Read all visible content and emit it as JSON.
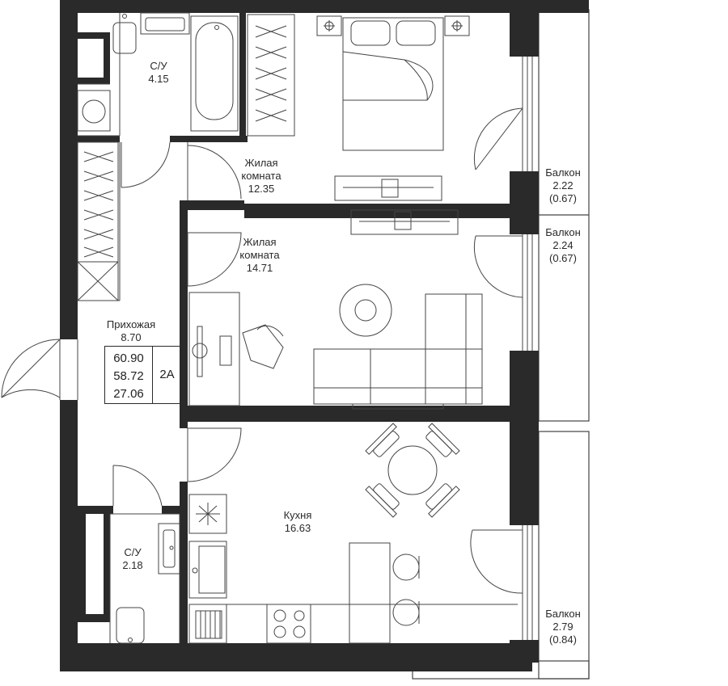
{
  "rooms": {
    "bath1": {
      "name": "С/У",
      "area": "4.15"
    },
    "bedroom": {
      "name_line1": "Жилая",
      "name_line2": "комната",
      "area": "12.35"
    },
    "living": {
      "name_line1": "Жилая",
      "name_line2": "комната",
      "area": "14.71"
    },
    "hall": {
      "name": "Прихожая",
      "area": "8.70"
    },
    "kitchen": {
      "name": "Кухня",
      "area": "16.63"
    },
    "bath2": {
      "name": "С/У",
      "area": "2.18"
    }
  },
  "balconies": [
    {
      "name": "Балкон",
      "area": "2.22",
      "reduced": "(0.67)"
    },
    {
      "name": "Балкон",
      "area": "2.24",
      "reduced": "(0.67)"
    },
    {
      "name": "Балкон",
      "area": "2.79",
      "reduced": "(0.84)"
    }
  ],
  "summary": {
    "total": "60.90",
    "living_total": "58.72",
    "residential": "27.06",
    "type": "2А"
  },
  "colors": {
    "wall": "#2a2a2a",
    "line": "#444444",
    "background": "#ffffff"
  }
}
